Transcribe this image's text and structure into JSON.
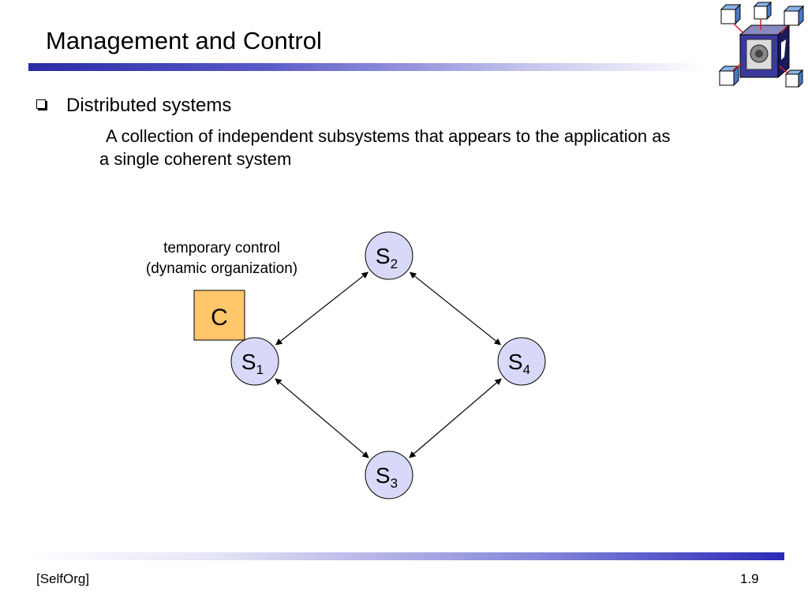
{
  "slide": {
    "title": "Management and Control",
    "heading": "Distributed systems",
    "description_line1": "A collection of independent subsystems that appears to the application as",
    "description_line2": "a single coherent system"
  },
  "diagram": {
    "caption_line1": "temporary control",
    "caption_line2": "(dynamic organization)",
    "controller_label": "C",
    "nodes": [
      {
        "id": "s1",
        "label": "S",
        "sub": "1"
      },
      {
        "id": "s2",
        "label": "S",
        "sub": "2"
      },
      {
        "id": "s3",
        "label": "S",
        "sub": "3"
      },
      {
        "id": "s4",
        "label": "S",
        "sub": "4"
      }
    ],
    "edges": [
      [
        "s1",
        "s2"
      ],
      [
        "s2",
        "s4"
      ],
      [
        "s4",
        "s3"
      ],
      [
        "s3",
        "s1"
      ]
    ],
    "colors": {
      "node_fill": "#d8d8f8",
      "controller_fill": "#ffc66a"
    }
  },
  "footer": {
    "left": "[SelfOrg]",
    "right": "1.9"
  },
  "icons": {
    "logo": "self-organizing-network-cube-icon",
    "bullet": "square-bullet-icon"
  }
}
